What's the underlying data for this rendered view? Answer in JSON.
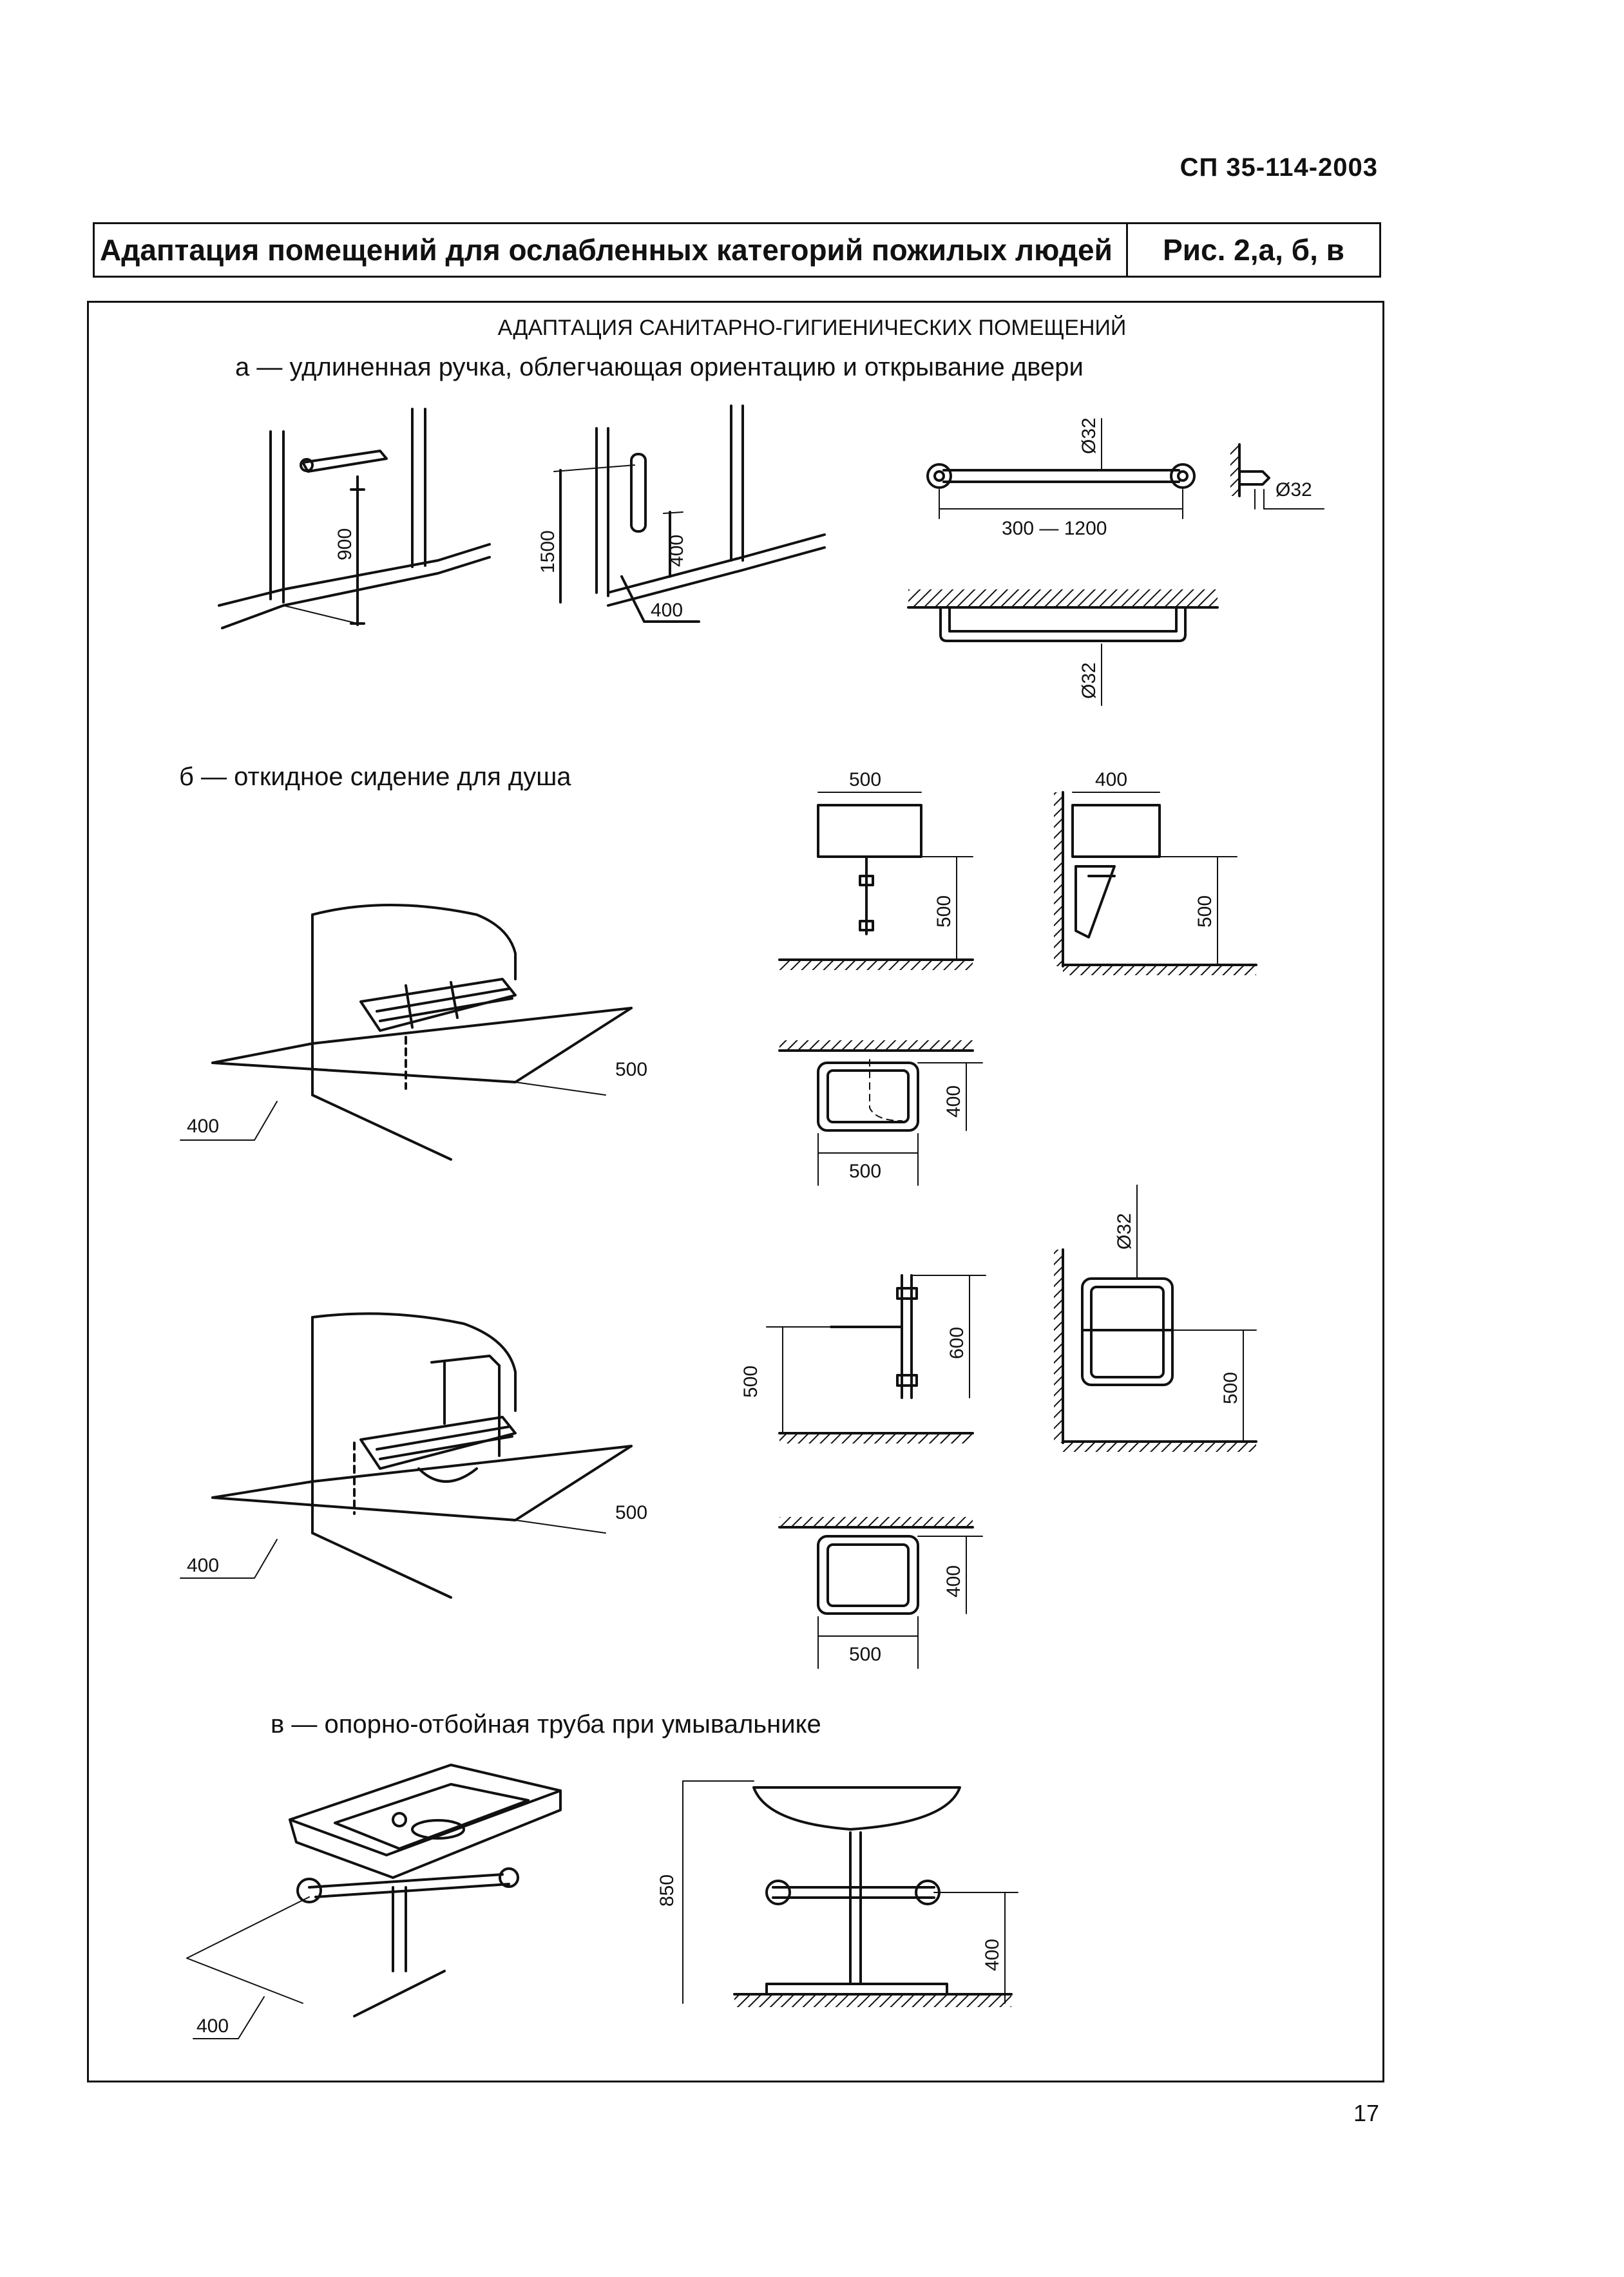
{
  "header": {
    "doc_code": "СП 35-114-2003",
    "title": "Адаптация помещений для ослабленных категорий пожилых людей",
    "figure_ref": "Рис. 2,а, б, в"
  },
  "section_title": "АДАПТАЦИЯ САНИТАРНО-ГИГИЕНИЧЕСКИХ ПОМЕЩЕНИЙ",
  "captions": {
    "a": "а — удлиненная ручка, облегчающая ориентацию и открывание двери",
    "b": "б — откидное сидение для душа",
    "v": "в — опорно-отбойная труба при умывальнике"
  },
  "dimensions": {
    "d900": "900",
    "d1500": "1500",
    "d400": "400",
    "d500": "500",
    "d600": "600",
    "d850": "850",
    "d300_1200": "300 — 1200",
    "diam32": "Ø32"
  },
  "page_number": "17"
}
